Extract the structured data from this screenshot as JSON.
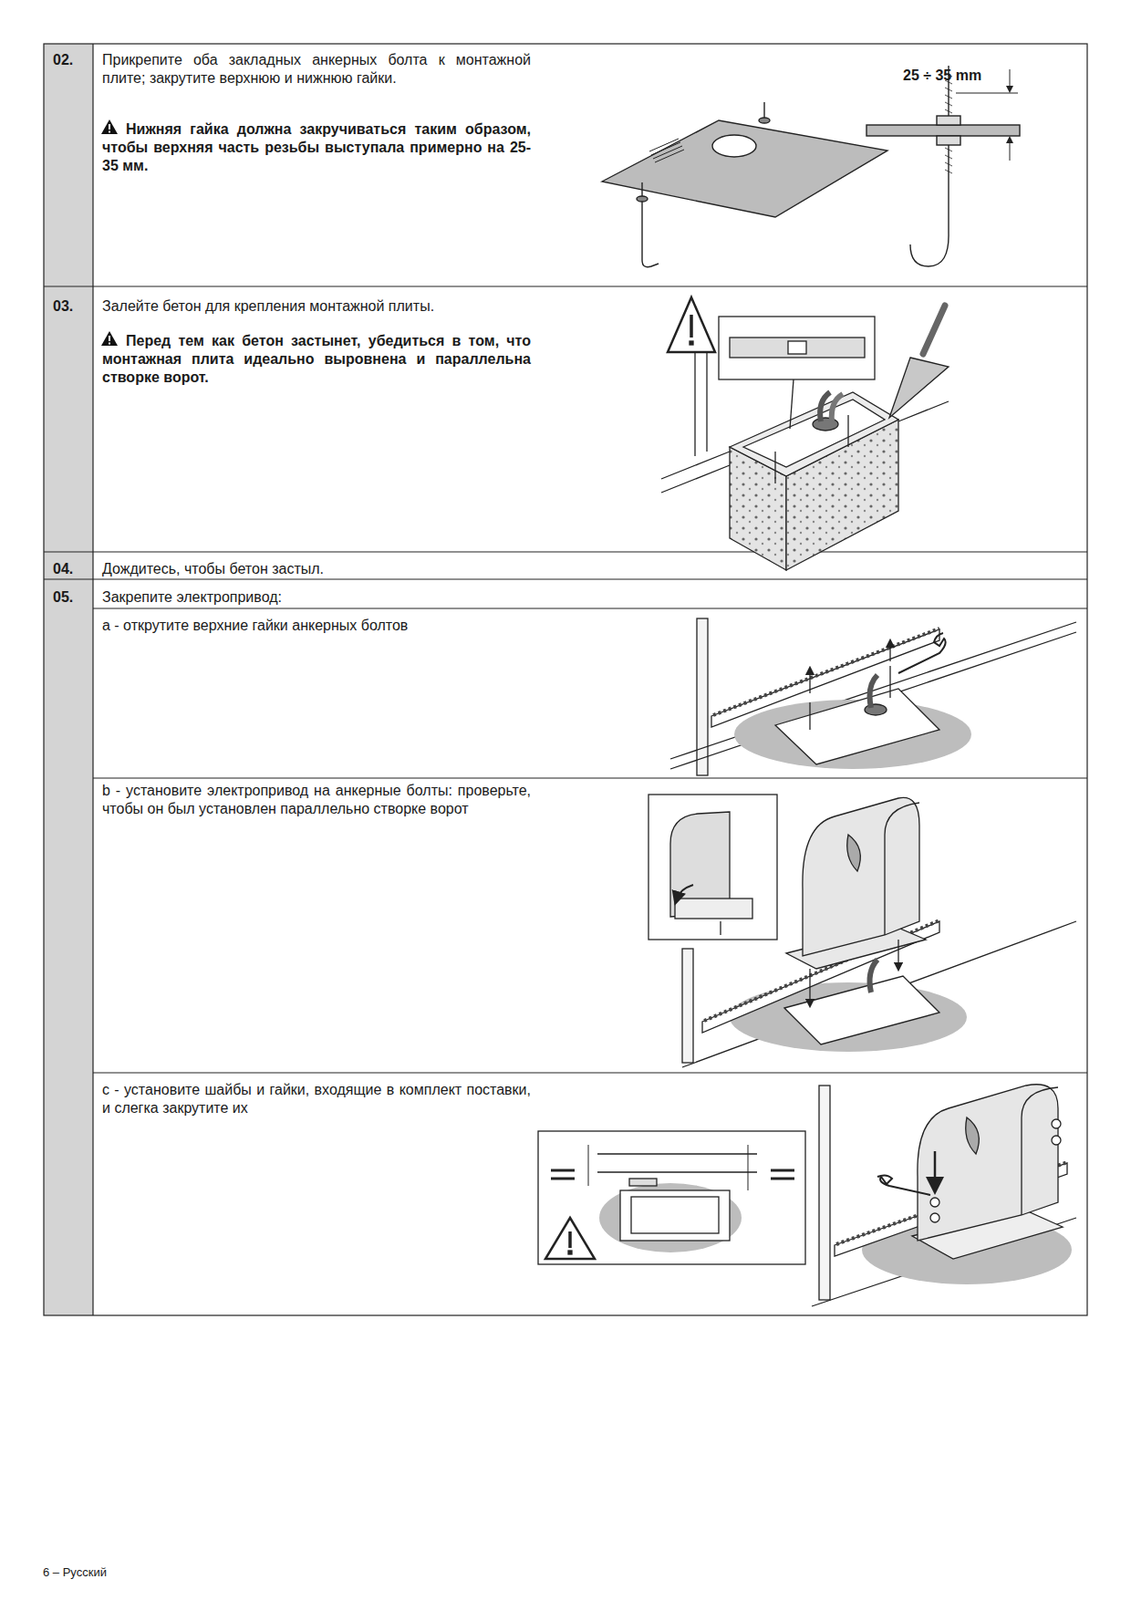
{
  "diagram": {
    "labels": [
      "02.",
      "Прикрепите оба закладных анкерных болта к монтажной плите; закрутите верхнюю и нижнюю гайки.",
      "Нижняя гайка должна закручиваться таким образом, чтобы верхняя часть резьбы выступала примерно на 25-35 мм.",
      "25 ÷ 35 mm",
      "03.",
      "Залейте бетон для крепления монтажной плиты.",
      "Перед тем как бетон застынет, убедиться в том, что монтажная плита идеально выровнена и параллельна створке ворот.",
      "04.",
      "Дождитесь, чтобы бетон застыл.",
      "05.",
      "Закрепите электропривод:",
      "a - открутите верхние гайки анкерных болтов",
      "b - установите электропривод на анкерные болты: проверьте, чтобы он был установлен параллельно створке ворот",
      "c - установите шайбы и гайки, входящие в комплект поставки, и слегка закрутите их",
      "6 – Русский"
    ]
  }
}
